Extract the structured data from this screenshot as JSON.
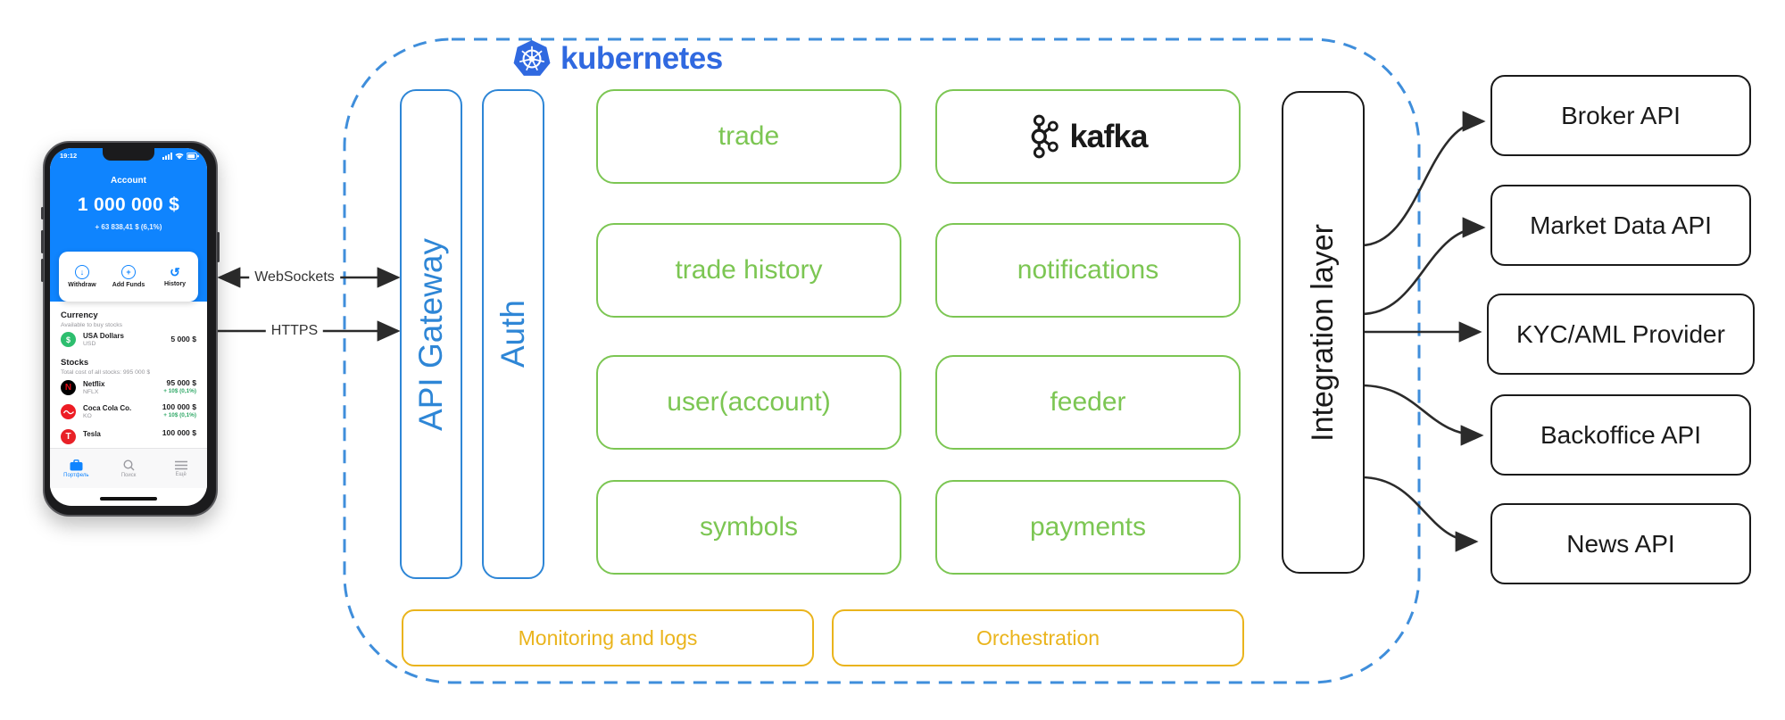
{
  "colors": {
    "k8s_border": "#3f8edb",
    "k8s_brand": "#3069e0",
    "gateway_blue": "#2e86d6",
    "service_green": "#7cc653",
    "infra_yellow": "#eab41c",
    "wire_dark": "#2b2b2b",
    "phone_blue": "#0f84fe",
    "gain_green": "#2fa866"
  },
  "phone": {
    "status": {
      "time": "19:12"
    },
    "title": "Account",
    "balance": "1 000 000 $",
    "change": "+ 63 838,41 $ (6,1%)",
    "actions": [
      {
        "label": "Withdraw"
      },
      {
        "label": "Add Funds"
      },
      {
        "label": "History"
      }
    ],
    "currency_section": {
      "title": "Currency",
      "subtitle": "Available to buy stocks",
      "item": {
        "name": "USA Dollars",
        "ticker": "USD",
        "value": "5 000 $",
        "icon": "$"
      }
    },
    "stocks_section": {
      "title": "Stocks",
      "subtitle": "Total cost of all stocks: 995 000 $",
      "items": [
        {
          "name": "Netflix",
          "ticker": "NFLX",
          "value": "95 000 $",
          "change": "+ 10$ (0,1%)",
          "logo": "N"
        },
        {
          "name": "Coca Cola Co.",
          "ticker": "KO",
          "value": "100 000 $",
          "change": "+ 10$ (0,1%)"
        },
        {
          "name": "Tesla",
          "value": "100 000 $",
          "logo": "T"
        }
      ]
    },
    "nav": [
      {
        "label": "Портфель"
      },
      {
        "label": "Поиск"
      },
      {
        "label": "Ещё"
      }
    ]
  },
  "connections": {
    "websockets": "WebSockets",
    "https": "HTTPS"
  },
  "k8s": {
    "title": "kubernetes",
    "gateways": [
      {
        "label": "API Gateway"
      },
      {
        "label": "Auth"
      }
    ],
    "services_col1": [
      {
        "label": "trade"
      },
      {
        "label": "trade history"
      },
      {
        "label": "user(account)"
      },
      {
        "label": "symbols"
      }
    ],
    "services_col2": [
      {
        "label": "kafka"
      },
      {
        "label": "notifications"
      },
      {
        "label": "feeder"
      },
      {
        "label": "payments"
      }
    ],
    "infra": [
      {
        "label": "Monitoring and logs"
      },
      {
        "label": "Orchestration"
      }
    ]
  },
  "integration": {
    "label": "Integration layer"
  },
  "external_apis": [
    {
      "label": "Broker API"
    },
    {
      "label": "Market Data API"
    },
    {
      "label": "KYC/AML Provider"
    },
    {
      "label": "Backoffice API"
    },
    {
      "label": "News API"
    }
  ]
}
